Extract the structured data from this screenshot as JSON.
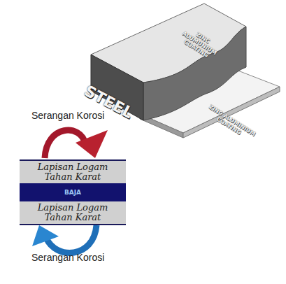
{
  "diagram": {
    "nodes": [
      {
        "text": [
          "Lapisan Logam Tahan Karat"
        ]
      },
      {
        "text": [
          "BAJA"
        ]
      },
      {
        "text": [
          "Lapisan Logam Tahan Karat"
        ]
      }
    ],
    "labels": [
      "STEEL",
      "ZINC ALUMUNIUM COATING",
      "ZINC ALUMINIUM COATING",
      "Serangan Korosi",
      "Serangan Korosi"
    ]
  }
}
